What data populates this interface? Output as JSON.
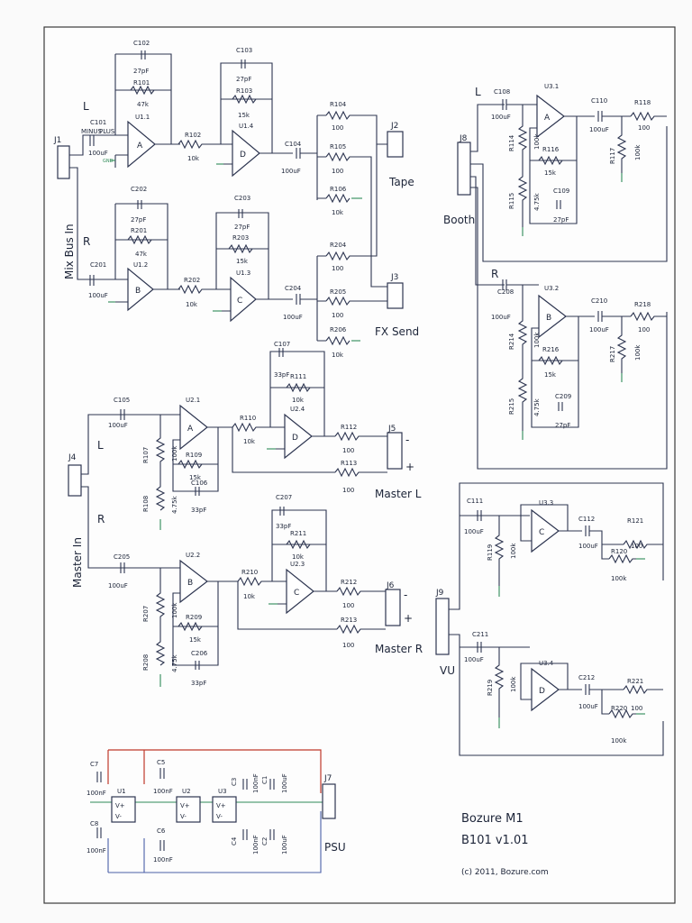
{
  "sections": {
    "mix_bus_in": "Mix Bus In",
    "master_in": "Master In",
    "L": "L",
    "R": "R",
    "tape": "Tape",
    "fx_send": "FX Send",
    "booth": "Booth",
    "master_l": "Master L",
    "master_r": "Master R",
    "vu": "VU",
    "psu": "PSU"
  },
  "title_block": {
    "name": "Bozure   M1",
    "rev": "B101    v1.01",
    "copyright": "(c) 2011, Bozure.com"
  },
  "connectors": [
    "J1",
    "J2",
    "J3",
    "J4",
    "J5",
    "J6",
    "J7",
    "J8",
    "J9"
  ],
  "opamps": {
    "u11": {
      "ref": "U1.1",
      "unit": "A"
    },
    "u12": {
      "ref": "U1.2",
      "unit": "B"
    },
    "u13": {
      "ref": "U1.3",
      "unit": "C"
    },
    "u14": {
      "ref": "U1.4",
      "unit": "D"
    },
    "u21": {
      "ref": "U2.1",
      "unit": "A"
    },
    "u22": {
      "ref": "U2.2",
      "unit": "B"
    },
    "u23": {
      "ref": "U2.3",
      "unit": "C"
    },
    "u24": {
      "ref": "U2.4",
      "unit": "D"
    },
    "u31": {
      "ref": "U3.1",
      "unit": "A"
    },
    "u32": {
      "ref": "U3.2",
      "unit": "B"
    },
    "u33": {
      "ref": "U3.3",
      "unit": "C"
    },
    "u34": {
      "ref": "U3.4",
      "unit": "D"
    }
  },
  "parts": {
    "c102": {
      "ref": "C102",
      "val": "27pF"
    },
    "r101": {
      "ref": "R101",
      "val": "47k"
    },
    "c101": {
      "ref": "C101",
      "val": "100uF"
    },
    "r102": {
      "ref": "R102",
      "val": "10k"
    },
    "c103": {
      "ref": "C103",
      "val": "27pF"
    },
    "r103": {
      "ref": "R103",
      "val": "15k"
    },
    "c104": {
      "ref": "C104",
      "val": "100uF"
    },
    "r104": {
      "ref": "R104",
      "val": "100"
    },
    "r105": {
      "ref": "R105",
      "val": "100"
    },
    "r106": {
      "ref": "R106",
      "val": "10k"
    },
    "c202": {
      "ref": "C202",
      "val": "27pF"
    },
    "r201": {
      "ref": "R201",
      "val": "47k"
    },
    "c201": {
      "ref": "C201",
      "val": "100uF"
    },
    "r202": {
      "ref": "R202",
      "val": "10k"
    },
    "c203": {
      "ref": "C203",
      "val": "27pF"
    },
    "r203": {
      "ref": "R203",
      "val": "15k"
    },
    "c204": {
      "ref": "C204",
      "val": "100uF"
    },
    "r204": {
      "ref": "R204",
      "val": "100"
    },
    "r205": {
      "ref": "R205",
      "val": "100"
    },
    "r206": {
      "ref": "R206",
      "val": "10k"
    },
    "c107": {
      "ref": "C107",
      "val": "33pF"
    },
    "r111": {
      "ref": "R111",
      "val": "10k"
    },
    "c105": {
      "ref": "C105",
      "val": "100uF"
    },
    "r110": {
      "ref": "R110",
      "val": "10k"
    },
    "r107": {
      "ref": "R107",
      "val": "100k"
    },
    "r108": {
      "ref": "R108",
      "val": "4.75k"
    },
    "r109": {
      "ref": "R109",
      "val": "15k"
    },
    "c106": {
      "ref": "C106",
      "val": "33pF"
    },
    "r112": {
      "ref": "R112",
      "val": "100"
    },
    "r113": {
      "ref": "R113",
      "val": "100"
    },
    "c207": {
      "ref": "C207",
      "val": "33pF"
    },
    "r211": {
      "ref": "R211",
      "val": "10k"
    },
    "c205": {
      "ref": "C205",
      "val": "100uF"
    },
    "r210": {
      "ref": "R210",
      "val": "10k"
    },
    "r207": {
      "ref": "R207",
      "val": "100k"
    },
    "r208": {
      "ref": "R208",
      "val": "4.75k"
    },
    "r209": {
      "ref": "R209",
      "val": "15k"
    },
    "c206": {
      "ref": "C206",
      "val": "33pF"
    },
    "r212": {
      "ref": "R212",
      "val": "100"
    },
    "r213": {
      "ref": "R213",
      "val": "100"
    },
    "c108": {
      "ref": "C108",
      "val": "100uF"
    },
    "r114": {
      "ref": "R114",
      "val": "100k"
    },
    "r115": {
      "ref": "R115",
      "val": "4.75k"
    },
    "r116": {
      "ref": "R116",
      "val": "15k"
    },
    "c109": {
      "ref": "C109",
      "val": "27pF"
    },
    "c110": {
      "ref": "C110",
      "val": "100uF"
    },
    "r118": {
      "ref": "R118",
      "val": "100"
    },
    "r117": {
      "ref": "R117",
      "val": "100k"
    },
    "c208": {
      "ref": "C208",
      "val": "100uF"
    },
    "r214": {
      "ref": "R214",
      "val": "100k"
    },
    "r215": {
      "ref": "R215",
      "val": "4.75k"
    },
    "r216": {
      "ref": "R216",
      "val": "15k"
    },
    "c209": {
      "ref": "C209",
      "val": "27pF"
    },
    "c210": {
      "ref": "C210",
      "val": "100uF"
    },
    "r218": {
      "ref": "R218",
      "val": "100"
    },
    "r217": {
      "ref": "R217",
      "val": "100k"
    },
    "c111": {
      "ref": "C111",
      "val": "100uF"
    },
    "r119": {
      "ref": "R119",
      "val": "100k"
    },
    "c112": {
      "ref": "C112",
      "val": "100uF"
    },
    "r121": {
      "ref": "R121",
      "val": "100"
    },
    "r120": {
      "ref": "R120",
      "val": "100k"
    },
    "c211": {
      "ref": "C211",
      "val": "100uF"
    },
    "r219": {
      "ref": "R219",
      "val": "100k"
    },
    "c212": {
      "ref": "C212",
      "val": "100uF"
    },
    "r221": {
      "ref": "R221",
      "val": "100"
    },
    "r220": {
      "ref": "R220",
      "val": "100k"
    },
    "c7": {
      "ref": "C7",
      "val": "100nF"
    },
    "c8": {
      "ref": "C8",
      "val": "100nF"
    },
    "c5": {
      "ref": "C5",
      "val": "100nF"
    },
    "c6": {
      "ref": "C6",
      "val": "100nF"
    },
    "c3": {
      "ref": "C3",
      "val": "100nF"
    },
    "c4": {
      "ref": "C4",
      "val": "100nF"
    },
    "c1": {
      "ref": "C1",
      "val": "100uF"
    },
    "c2": {
      "ref": "C2",
      "val": "100uF"
    }
  },
  "psu_ics": [
    {
      "ref": "U1",
      "vp": "V+",
      "vm": "V-"
    },
    {
      "ref": "U2",
      "vp": "V+",
      "vm": "V-"
    },
    {
      "ref": "U3",
      "vp": "V+",
      "vm": "V-"
    }
  ],
  "pin_labels": {
    "plus": "PLUS",
    "minus": "MINUS",
    "gnd": "GND",
    "polarity_minus": "-",
    "polarity_plus": "+"
  },
  "colors": {
    "wire": "#2d3550",
    "supply_pos": "#c0392b",
    "supply_neg": "#4a5fa8",
    "ground": "#2e8b57"
  }
}
